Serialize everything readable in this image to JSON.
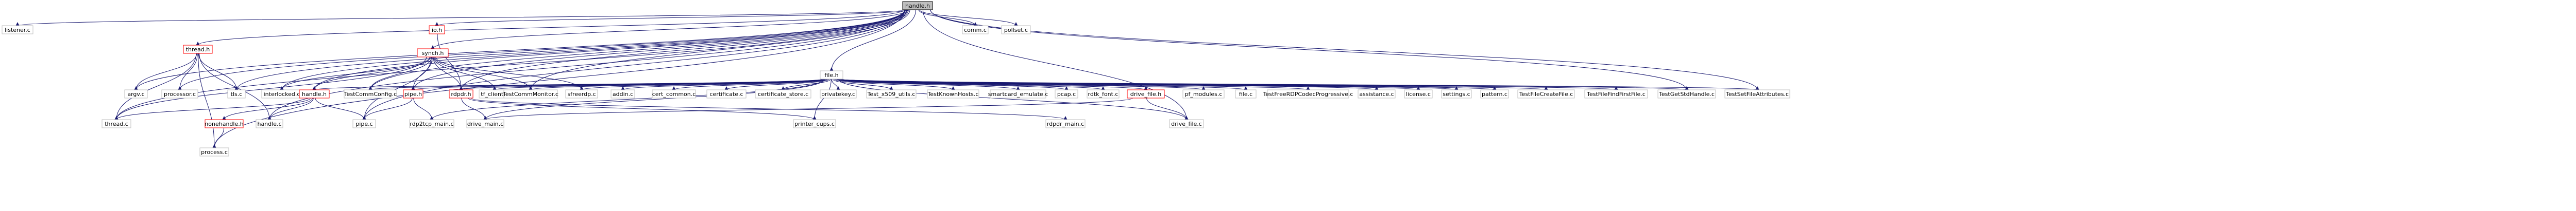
{
  "colors": {
    "edge": "#191970",
    "node_border": "#bfbfbf",
    "node_border_truncated": "#ff0000",
    "node_fill": "#ffffff",
    "root_fill": "#bfbfbf",
    "root_border": "#000000"
  },
  "graph": {
    "nodes": [
      {
        "id": "handle_h",
        "label": "handle.h",
        "root": true
      },
      {
        "id": "listener_c",
        "label": "listener.c"
      },
      {
        "id": "thread_h",
        "label": "thread.h",
        "truncated": true
      },
      {
        "id": "io_h",
        "label": "io.h",
        "truncated": true
      },
      {
        "id": "synch_h",
        "label": "synch.h",
        "truncated": true
      },
      {
        "id": "file_h",
        "label": "file.h"
      },
      {
        "id": "comm_c",
        "label": "comm.c"
      },
      {
        "id": "pollset_c",
        "label": "pollset.c"
      },
      {
        "id": "argv_c",
        "label": "argv.c"
      },
      {
        "id": "processor_c",
        "label": "processor.c"
      },
      {
        "id": "tls_c",
        "label": "tls.c"
      },
      {
        "id": "interlocked_c",
        "label": "interlocked.c"
      },
      {
        "id": "handle_h2",
        "label": "handle.h",
        "truncated": true
      },
      {
        "id": "TestCommConfig_c",
        "label": "TestCommConfig.c"
      },
      {
        "id": "pipe_h",
        "label": "pipe.h",
        "truncated": true
      },
      {
        "id": "rdpdr_h",
        "label": "rdpdr.h",
        "truncated": true
      },
      {
        "id": "tf_client_c",
        "label": "tf_client.c"
      },
      {
        "id": "TestCommMonitor_c",
        "label": "TestCommMonitor.c"
      },
      {
        "id": "sfreerdp_c",
        "label": "sfreerdp.c"
      },
      {
        "id": "addin_c",
        "label": "addin.c"
      },
      {
        "id": "cert_common_c",
        "label": "cert_common.c"
      },
      {
        "id": "certificate_c",
        "label": "certificate.c"
      },
      {
        "id": "certificate_store_c",
        "label": "certificate_store.c"
      },
      {
        "id": "privatekey_c",
        "label": "privatekey.c"
      },
      {
        "id": "Test_x509_utils_c",
        "label": "Test_x509_utils.c"
      },
      {
        "id": "TestKnownHosts_c",
        "label": "TestKnownHosts.c"
      },
      {
        "id": "smartcard_emulate_c",
        "label": "smartcard_emulate.c"
      },
      {
        "id": "pcap_c",
        "label": "pcap.c"
      },
      {
        "id": "rdtk_font_c",
        "label": "rdtk_font.c"
      },
      {
        "id": "drive_file_h",
        "label": "drive_file.h",
        "truncated": true
      },
      {
        "id": "pf_modules_c",
        "label": "pf_modules.c"
      },
      {
        "id": "file_c",
        "label": "file.c"
      },
      {
        "id": "TestFreeRDPCodecProgressive_c",
        "label": "TestFreeRDPCodecProgressive.c"
      },
      {
        "id": "assistance_c",
        "label": "assistance.c"
      },
      {
        "id": "license_c",
        "label": "license.c"
      },
      {
        "id": "settings_c",
        "label": "settings.c"
      },
      {
        "id": "pattern_c",
        "label": "pattern.c"
      },
      {
        "id": "TestFileCreateFile_c",
        "label": "TestFileCreateFile.c"
      },
      {
        "id": "TestFileFindFirstFile_c",
        "label": "TestFileFindFirstFile.c"
      },
      {
        "id": "TestSetStdHandle_c",
        "label": "TestGetStdHandle.c"
      },
      {
        "id": "TestSetFileAttributes_c",
        "label": "TestSetFileAttributes.c"
      },
      {
        "id": "thread_c",
        "label": "thread.c"
      },
      {
        "id": "nonehandle_h",
        "label": "nonehandle.h",
        "truncated": true
      },
      {
        "id": "handle_c",
        "label": "handle.c"
      },
      {
        "id": "pipe_c",
        "label": "pipe.c"
      },
      {
        "id": "rdpdr_main_c",
        "label": "rdpdr_main.c"
      },
      {
        "id": "rdp2tcp_main_c",
        "label": "rdp2tcp_main.c"
      },
      {
        "id": "drive_main_c",
        "label": "drive_main.c"
      },
      {
        "id": "printer_cups_c",
        "label": "printer_cups.c"
      },
      {
        "id": "drive_file_c",
        "label": "drive_file.c"
      },
      {
        "id": "process_c",
        "label": "process.c"
      }
    ]
  }
}
